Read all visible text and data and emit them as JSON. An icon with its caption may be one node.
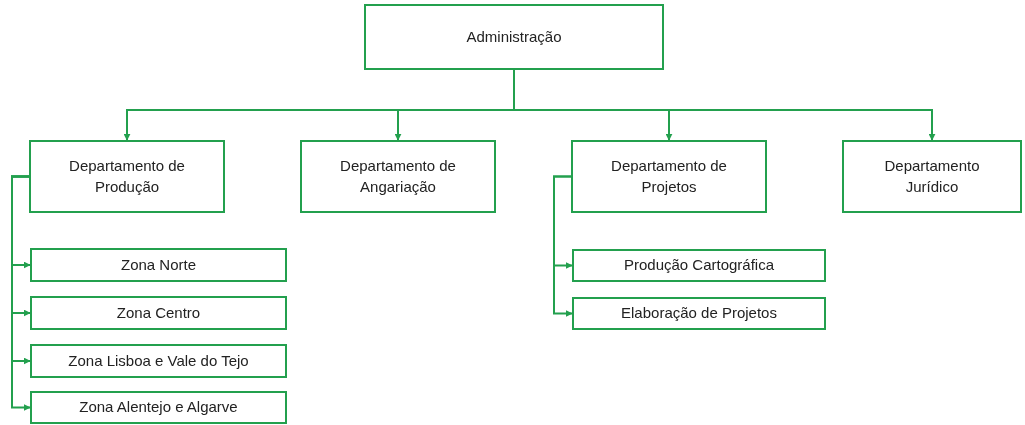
{
  "diagram": {
    "nodes": [
      {
        "text": [
          "Administração"
        ]
      },
      {
        "text": [
          "Departamento de Produção"
        ]
      },
      {
        "text": [
          "Departamento de Angariação"
        ]
      },
      {
        "text": [
          "Departamento de Projetos"
        ]
      },
      {
        "text": [
          "Departamento Jurídico"
        ]
      },
      {
        "text": [
          "Zona Norte"
        ]
      },
      {
        "text": [
          "Zona Centro"
        ]
      },
      {
        "text": [
          "Zona Lisboa e Vale do Tejo"
        ]
      },
      {
        "text": [
          "Zona Alentejo e Algarve"
        ]
      },
      {
        "text": [
          "Produção Cartográfica"
        ]
      },
      {
        "text": [
          "Elaboração de Projetos"
        ]
      }
    ],
    "edges": [
      {
        "from": 0,
        "to": 1,
        "arrow": "to"
      },
      {
        "from": 0,
        "to": 2,
        "arrow": "to"
      },
      {
        "from": 0,
        "to": 3,
        "arrow": "to"
      },
      {
        "from": 0,
        "to": 4,
        "arrow": "to"
      },
      {
        "from": 1,
        "to": 5,
        "arrow": "to"
      },
      {
        "from": 1,
        "to": 6,
        "arrow": "to"
      },
      {
        "from": 1,
        "to": 7,
        "arrow": "to"
      },
      {
        "from": 1,
        "to": 8,
        "arrow": "to"
      },
      {
        "from": 3,
        "to": 9,
        "arrow": "to"
      },
      {
        "from": 3,
        "to": 10,
        "arrow": "to"
      }
    ]
  }
}
